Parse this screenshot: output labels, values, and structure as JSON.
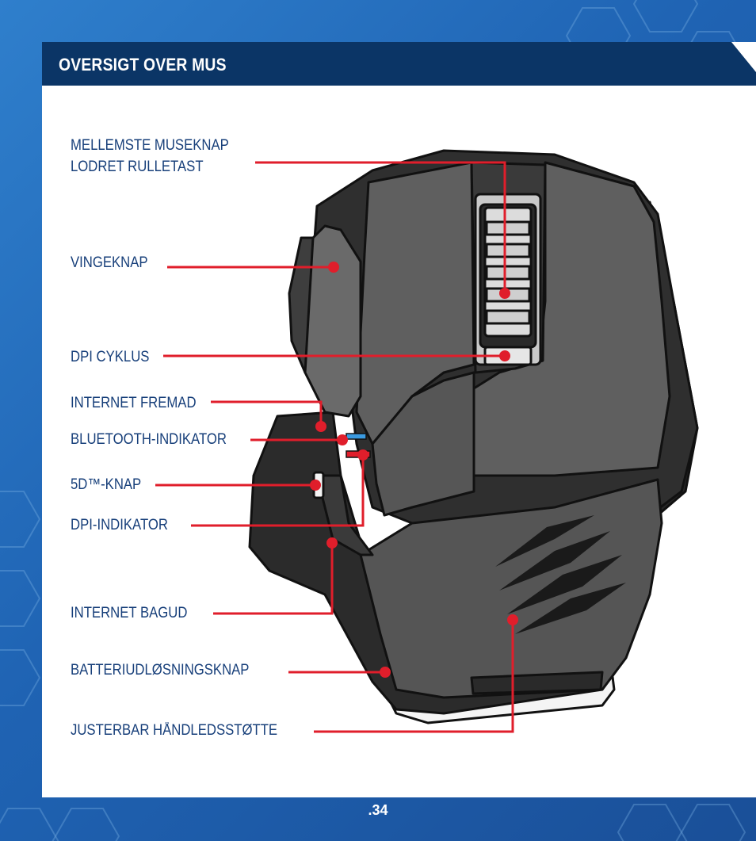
{
  "header": {
    "title": "OVERSIGT OVER MUS"
  },
  "labels": {
    "middle_button_line1": "MELLEMSTE MUSEKNAP",
    "middle_button_line2": "LODRET RULLETAST",
    "wing_button": "VINGEKNAP",
    "dpi_cycle": "DPI CYKLUS",
    "internet_forward": "INTERNET FREMAD",
    "bluetooth_indicator": "BLUETOOTH-INDIKATOR",
    "five_d_button": "5D™-KNAP",
    "dpi_indicator": "DPI-INDIKATOR",
    "internet_back": "INTERNET BAGUD",
    "battery_release": "BATTERIUDLØSNINGSKNAP",
    "adjustable_palm_rest": "JUSTERBAR HÅNDLEDSSTØTTE"
  },
  "footer": {
    "page_number": ".34"
  },
  "colors": {
    "accent_red": "#e01e2b",
    "header_navy": "#0b3566",
    "label_blue": "#173f7a",
    "bluetooth_led": "#3a9ae0",
    "dpi_led": "#e01e2b"
  }
}
